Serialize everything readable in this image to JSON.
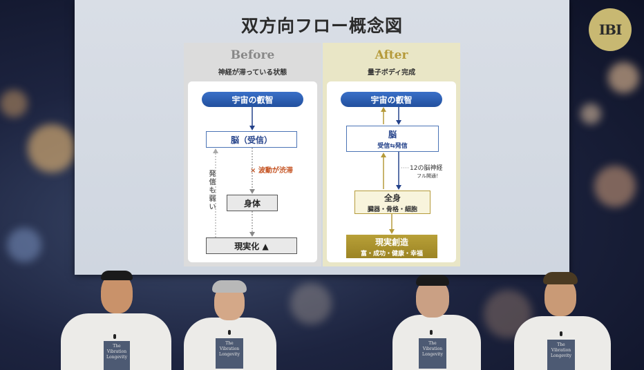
{
  "slide": {
    "title": "双方向フロー概念図",
    "before": {
      "heading": "Before",
      "subtitle": "神経が滞っている状態",
      "top_pill": "宇宙の叡智",
      "brain_box": "脳（受信）",
      "blocked_note": "× 波動が渋滞",
      "weak_note": "発信も弱い",
      "body_box": "身体",
      "reality_box": "現実化 ▲"
    },
    "after": {
      "heading": "After",
      "subtitle": "量子ボディ完成",
      "top_pill": "宇宙の叡智",
      "brain_title": "脳",
      "brain_sub": "受信⇆発信",
      "nerve_note": "12の脳神経",
      "nerve_sub": "フル開通！",
      "body_title": "全身",
      "body_sub": "臓器・骨格・細胞",
      "reality_title": "現実創造",
      "reality_sub": "富・成功・健康・幸福"
    }
  },
  "logo": {
    "text": "IBI"
  },
  "shirt_print": "The Vibration Longevity",
  "colors": {
    "pill_blue": "#22509e",
    "after_gold": "#b59a3a",
    "warning_orange": "#c4501e"
  }
}
